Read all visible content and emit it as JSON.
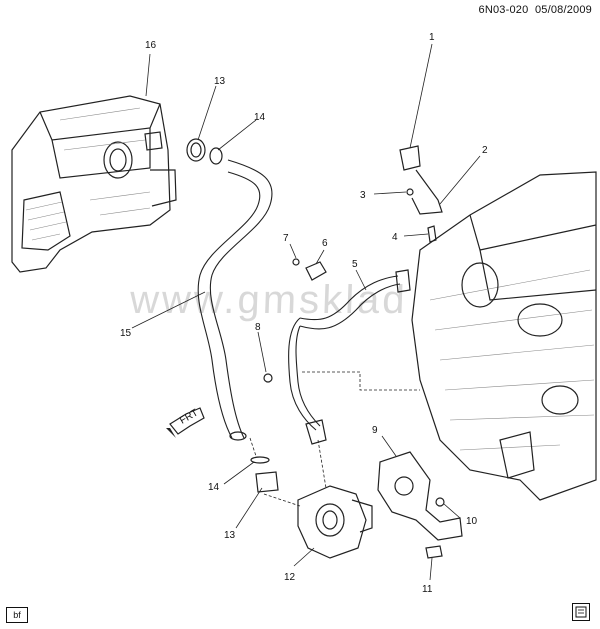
{
  "header": {
    "code": "6N03-020",
    "date": "05/08/2009"
  },
  "corner_label": "bf",
  "watermark": "www.gmsklad",
  "front_arrow": {
    "label": "FRT"
  },
  "callouts": [
    {
      "id": "c1",
      "label": "1"
    },
    {
      "id": "c2",
      "label": "2"
    },
    {
      "id": "c3",
      "label": "3"
    },
    {
      "id": "c4",
      "label": "4"
    },
    {
      "id": "c5",
      "label": "5"
    },
    {
      "id": "c6",
      "label": "6"
    },
    {
      "id": "c7",
      "label": "7"
    },
    {
      "id": "c8",
      "label": "8"
    },
    {
      "id": "c9",
      "label": "9"
    },
    {
      "id": "c10",
      "label": "10"
    },
    {
      "id": "c11",
      "label": "11"
    },
    {
      "id": "c12",
      "label": "12"
    },
    {
      "id": "c13a",
      "label": "13"
    },
    {
      "id": "c13b",
      "label": "13"
    },
    {
      "id": "c14a",
      "label": "14"
    },
    {
      "id": "c14b",
      "label": "14"
    },
    {
      "id": "c15",
      "label": "15"
    },
    {
      "id": "c16",
      "label": "16"
    }
  ]
}
